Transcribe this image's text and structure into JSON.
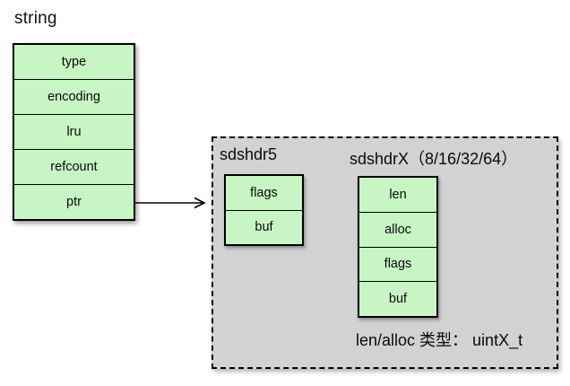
{
  "diagram": {
    "title": "string",
    "robj": {
      "rows": [
        "type",
        "encoding",
        "lru",
        "refcount",
        "ptr"
      ]
    },
    "arrow": {
      "from": "ptr",
      "to": "sds-panel",
      "direction": "right"
    },
    "sds_panel": {
      "sdshdr5": {
        "label": "sdshdr5",
        "rows": [
          "flags",
          "buf"
        ]
      },
      "sdshdrx": {
        "label": "sdshdrX（8/16/32/64）",
        "rows": [
          "len",
          "alloc",
          "flags",
          "buf"
        ]
      },
      "note": "len/alloc 类型： uintX_t"
    },
    "colors": {
      "cell_green": "#c7f6c4",
      "panel_gray": "#d2d2d2",
      "border_black": "#000000"
    }
  }
}
